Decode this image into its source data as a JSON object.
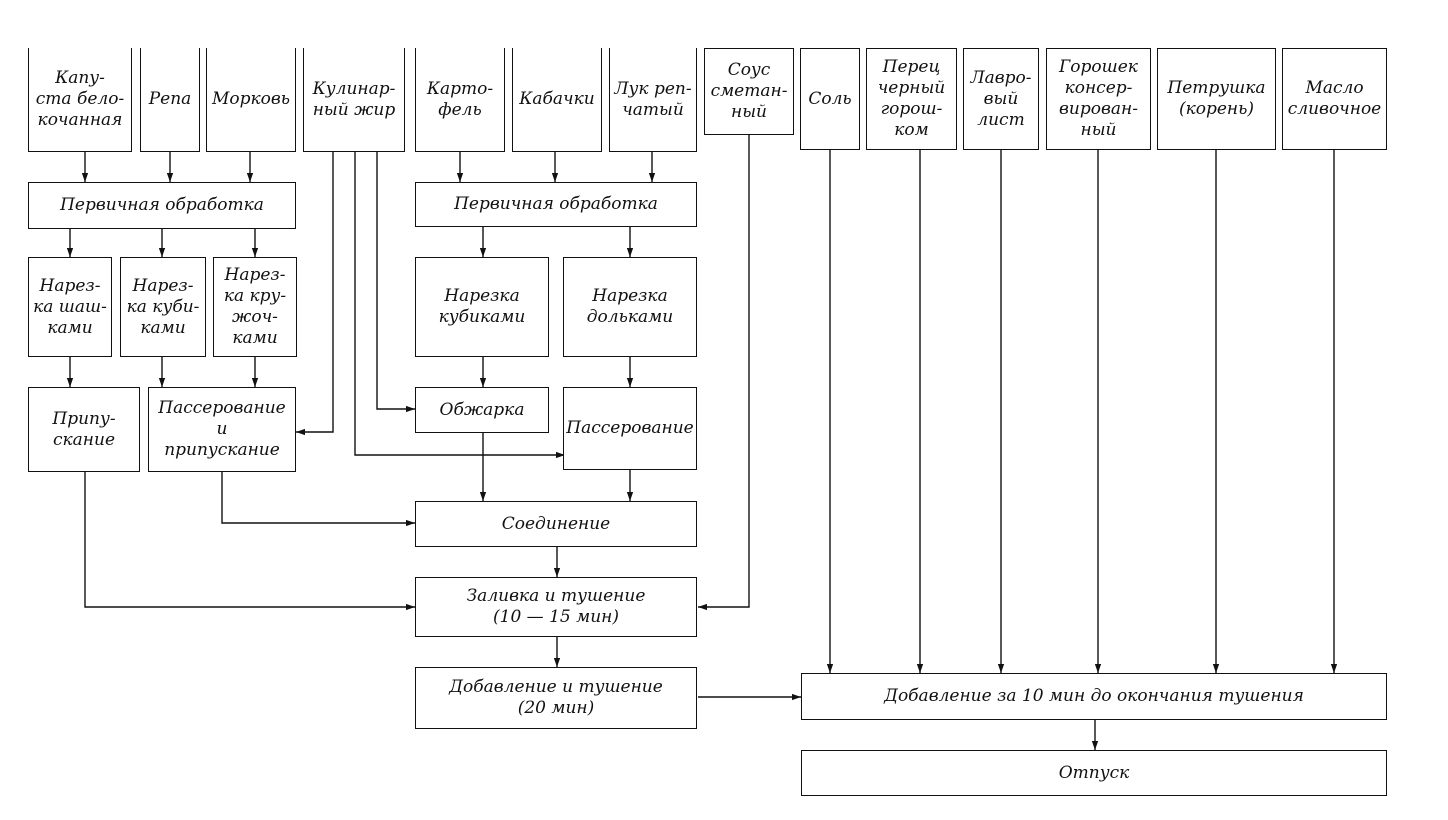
{
  "ingredients": {
    "cabbage": "Капу-\nста бело-\nкочанная",
    "turnip": "Репа",
    "carrot": "Морковь",
    "fat": "Кулинар-\nный жир",
    "potato": "Карто-\nфель",
    "zucchini": "Кабачки",
    "onion": "Лук реп-\nчатый",
    "sauce": "Соус\nсметан-\nный",
    "salt": "Соль",
    "pepper": "Перец\nчерный\nгорош-\nком",
    "bay": "Лавро-\nвый\nлист",
    "peas": "Горошек\nконсер-\nвирован-\nный",
    "parsley": "Петрушка\n(корень)",
    "butter": "Масло\nсливочное"
  },
  "steps": {
    "primary_left": "Первичная обработка",
    "primary_right": "Первичная обработка",
    "cut_shashki": "Нарез-\nка шаш-\nками",
    "cut_cubes_small": "Нарез-\nка куби-\nками",
    "cut_circles": "Нарез-\nка кру-\nжоч-\nками",
    "cut_cubes": "Нарезка\nкубиками",
    "cut_slices": "Нарезка\nдольками",
    "poach": "Припу-\nскание",
    "saute_poach": "Пассерование\nи\nприпускание",
    "fry": "Обжарка",
    "saute": "Пассерование",
    "combine": "Соединение",
    "fill_stew": "Заливка и тушение\n(10 — 15 мин)",
    "add_stew": "Добавление и тушение\n(20 мин)",
    "add_before_end": "Добавление за 10 мин до окончания тушения",
    "serve": "Отпуск"
  }
}
